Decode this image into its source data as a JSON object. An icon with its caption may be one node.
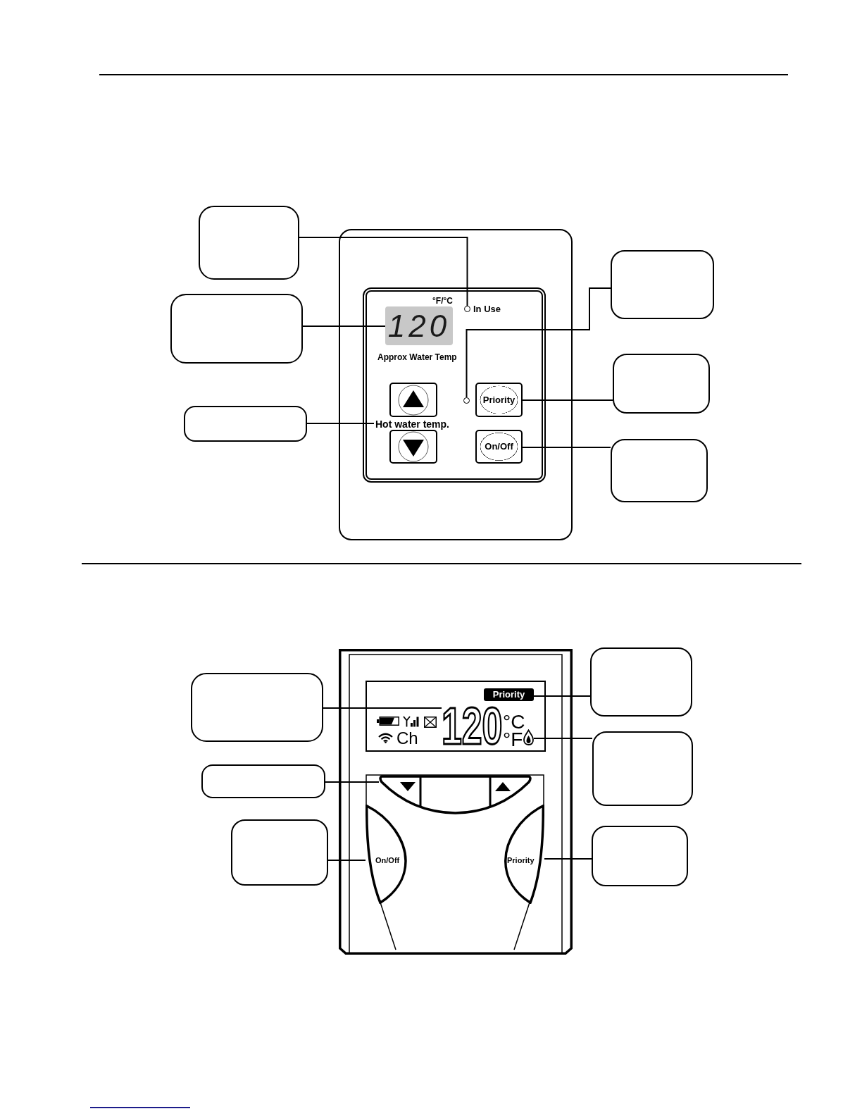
{
  "diagram": {
    "nodes": [
      {
        "text": [],
        "shape": "box"
      },
      {
        "text": [],
        "shape": "box",
        "in": 0
      },
      {
        "text": [],
        "shape": "circle",
        "in": 1,
        "beside": [
          "In Use"
        ]
      },
      {
        "text": [
          "120"
        ],
        "in": 1,
        "beside": [
          "°F/°C",
          "Approx Water Temp"
        ]
      },
      {
        "text": [],
        "shape": "box",
        "in": 1
      },
      {
        "text": [
          "Hot water temp."
        ],
        "in": 1
      },
      {
        "text": [],
        "shape": "box",
        "in": 1
      },
      {
        "text": [],
        "shape": "circle",
        "in": 1
      },
      {
        "text": [
          "Priority"
        ],
        "in": 1
      },
      {
        "text": [
          "On/Off"
        ],
        "in": 1
      },
      {
        "text": [],
        "shape": "box"
      },
      {
        "text": [],
        "shape": "box"
      },
      {
        "text": [],
        "shape": "box"
      },
      {
        "text": [],
        "shape": "box"
      },
      {
        "text": [],
        "shape": "box"
      },
      {
        "text": [],
        "shape": "box"
      },
      {
        "text": [],
        "shape": "box"
      },
      {
        "text": [],
        "shape": "box",
        "in": 16
      },
      {
        "text": [
          "Priority"
        ],
        "in": 17
      },
      {
        "text": [
          "120"
        ],
        "in": 17,
        "beside": [
          "°C",
          "°F"
        ]
      },
      {
        "text": [],
        "shape": "flame",
        "in": 17
      },
      {
        "text": [],
        "shape": "box",
        "in": 16
      },
      {
        "text": [],
        "shape": "bar",
        "in": 21
      },
      {
        "text": [
          "On/Off"
        ],
        "in": 21
      },
      {
        "text": [
          "Priority"
        ],
        "in": 21
      },
      {
        "text": [],
        "shape": "box"
      },
      {
        "text": [],
        "shape": "box"
      },
      {
        "text": [],
        "shape": "box"
      },
      {
        "text": [],
        "shape": "box"
      },
      {
        "text": [],
        "shape": "box"
      },
      {
        "text": [],
        "shape": "box"
      }
    ],
    "edges": [
      {
        "from": 10,
        "to": 2,
        "arrow": "none"
      },
      {
        "from": 11,
        "to": 3,
        "arrow": "none"
      },
      {
        "from": 12,
        "to": 5,
        "arrow": "none"
      },
      {
        "from": 13,
        "to": 7,
        "arrow": "none"
      },
      {
        "from": 14,
        "to": 8,
        "arrow": "none"
      },
      {
        "from": 15,
        "to": 9,
        "arrow": "none"
      },
      {
        "from": 25,
        "to": 19,
        "arrow": "none"
      },
      {
        "from": 26,
        "to": 22,
        "arrow": "none"
      },
      {
        "from": 27,
        "to": 23,
        "arrow": "none"
      },
      {
        "from": 28,
        "to": 18,
        "arrow": "none"
      },
      {
        "from": 29,
        "to": 20,
        "arrow": "none"
      },
      {
        "from": 30,
        "to": 24,
        "arrow": "none"
      }
    ],
    "labels": [
      "Ch"
    ]
  }
}
